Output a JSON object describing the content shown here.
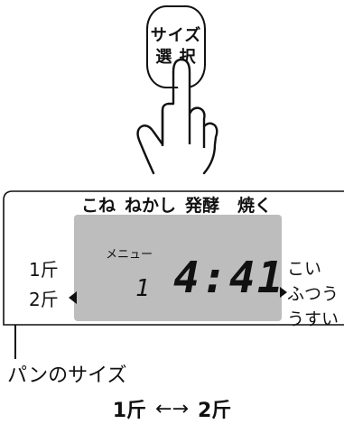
{
  "button": {
    "line1": "サイズ",
    "line2": "選 択"
  },
  "display": {
    "top_labels": [
      "こね",
      "ねかし",
      "発酵",
      "焼く"
    ],
    "size_labels": [
      "1斤",
      "2斤"
    ],
    "menu_label": "メニュー",
    "menu_number": "1",
    "time": "4:41",
    "crust_labels": [
      "こい",
      "ふつう",
      "うすい"
    ]
  },
  "caption": "パンのサイズ",
  "toggle": {
    "left": "1斤",
    "arrow": "←→",
    "right": "2斤"
  },
  "colors": {
    "lcd": "#bdbdbd",
    "ink": "#111111"
  }
}
